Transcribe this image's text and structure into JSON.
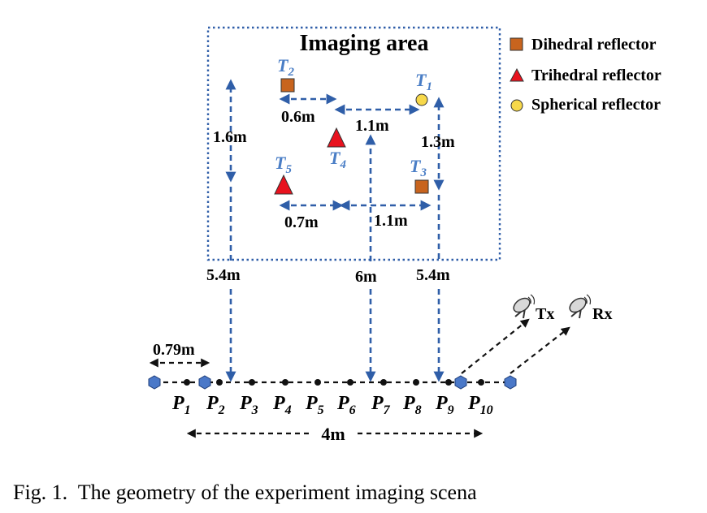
{
  "title": "Imaging area",
  "legend": {
    "dihedral": "Dihedral reflector",
    "trihedral": "Trihedral reflector",
    "spherical": "Spherical reflector"
  },
  "colors": {
    "dihedral": "#c8641e",
    "trihedral": "#e8121e",
    "spherical": "#f7d84a",
    "arrow": "#2f5ea8",
    "target_label": "#4a7ec6",
    "antenna": "#4a78c8"
  },
  "targets": {
    "t1": {
      "base": "T",
      "sub": "1"
    },
    "t2": {
      "base": "T",
      "sub": "2"
    },
    "t3": {
      "base": "T",
      "sub": "3"
    },
    "t4": {
      "base": "T",
      "sub": "4"
    },
    "t5": {
      "base": "T",
      "sub": "5"
    }
  },
  "dimensions": {
    "d1_6": "1.6m",
    "d0_6": "0.6m",
    "d1_1_top": "1.1m",
    "d1_3": "1.3m",
    "d0_7": "0.7m",
    "d1_1_bot": "1.1m",
    "d5_4_left": "5.4m",
    "d6": "6m",
    "d5_4_right": "5.4m",
    "d0_79": "0.79m",
    "d4": "4m"
  },
  "antennas": {
    "tx": "Tx",
    "rx": "Rx"
  },
  "positions": {
    "p1": {
      "base": "P",
      "sub": "1"
    },
    "p2": {
      "base": "P",
      "sub": "2"
    },
    "p3": {
      "base": "P",
      "sub": "3"
    },
    "p4": {
      "base": "P",
      "sub": "4"
    },
    "p5": {
      "base": "P",
      "sub": "5"
    },
    "p6": {
      "base": "P",
      "sub": "6"
    },
    "p7": {
      "base": "P",
      "sub": "7"
    },
    "p8": {
      "base": "P",
      "sub": "8"
    },
    "p9": {
      "base": "P",
      "sub": "9"
    },
    "p10": {
      "base": "P",
      "sub": "10"
    }
  },
  "caption": "Fig. 1.  The geometry of the experiment imaging scena"
}
